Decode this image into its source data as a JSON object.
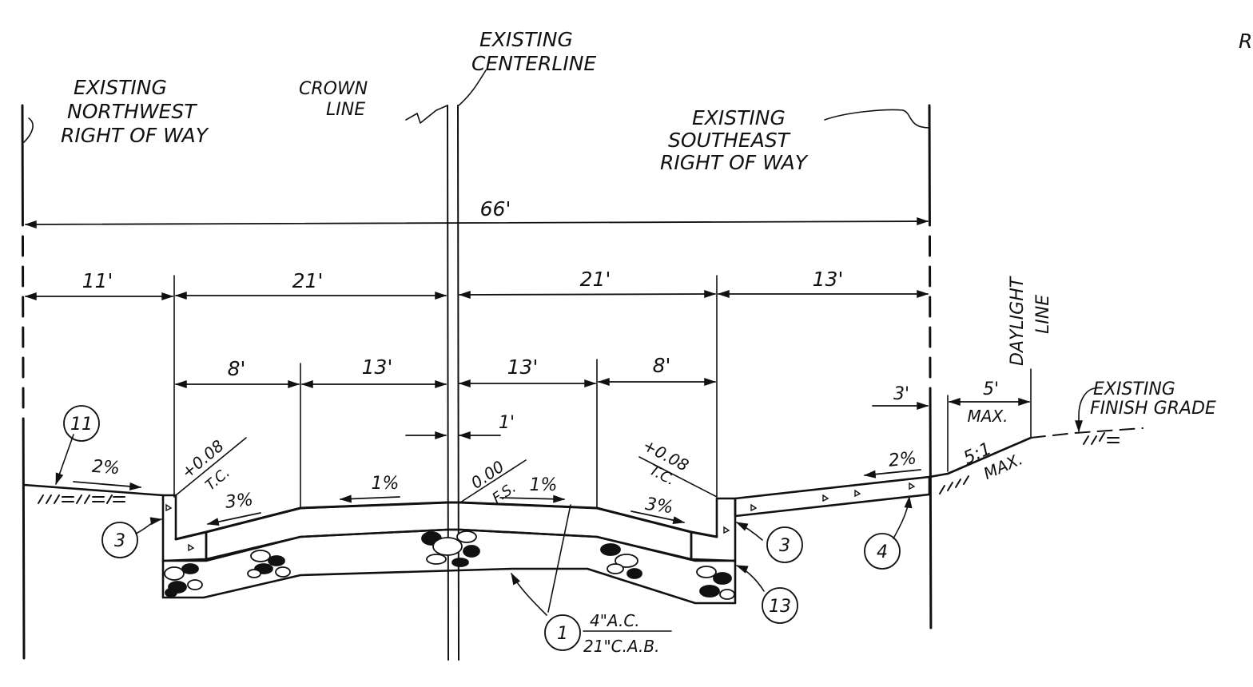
{
  "labels": {
    "existing_centerline_1": "EXISTING",
    "existing_centerline_2": "CENTERLINE",
    "crown_line_1": "CROWN",
    "crown_line_2": "LINE",
    "nw_row_1": "EXISTING",
    "nw_row_2": "NORTHWEST",
    "nw_row_3": "RIGHT OF WAY",
    "se_row_1": "EXISTING",
    "se_row_2": "SOUTHEAST",
    "se_row_3": "RIGHT OF WAY",
    "daylight_1": "DAYLIGHT",
    "daylight_2": "LINE",
    "existing_grade_1": "EXISTING",
    "existing_grade_2": "FINISH GRADE",
    "pavement_1": "4\"A.C.",
    "pavement_2": "21\"C.A.B.",
    "edge_mark": "R"
  },
  "dimensions": {
    "overall": "66'",
    "nw_parkway": "11'",
    "nw_half_street": "21'",
    "se_half_street": "21'",
    "se_parkway": "13'",
    "nw_parking_lane": "8'",
    "nw_travel_lane": "13'",
    "se_travel_lane": "13'",
    "se_parking_lane": "8'",
    "crown_offset": "1'",
    "se_walk": "3'",
    "slope_width_1": "5'",
    "slope_width_2": "MAX."
  },
  "slopes": {
    "nw_walk": "2%",
    "nw_gutter": "3%",
    "nw_lane": "1%",
    "se_lane": "1%",
    "se_gutter": "3%",
    "se_walk": "2%",
    "cut_slope_1": "5:1",
    "cut_slope_2": "MAX."
  },
  "elevations": {
    "nw_top_curb_value": "+0.08",
    "nw_top_curb_label": "T.C.",
    "crown_value": "0.00",
    "crown_label": "F.S.",
    "se_top_curb_value": "+0.08",
    "se_top_curb_label": "T.C."
  },
  "callouts": {
    "c11": "11",
    "c3_left": "3",
    "c3_right": "3",
    "c13": "13",
    "c4": "4",
    "c1": "1"
  },
  "colors": {
    "ink": "#111111",
    "paper": "#ffffff"
  }
}
